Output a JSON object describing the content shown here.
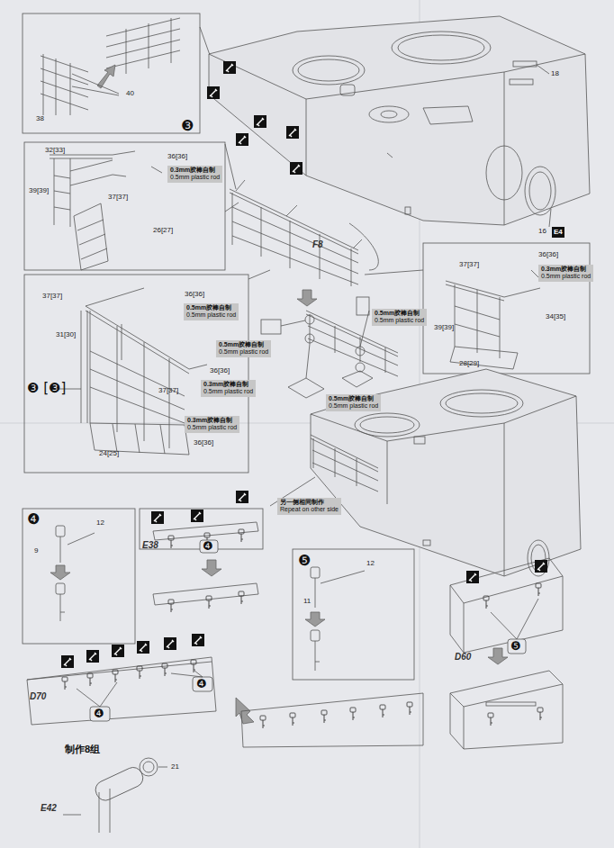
{
  "diagram": {
    "nodes": [
      {
        "text": [
          "0.3mm胶棒自制",
          "0.5mm plastic rod"
        ]
      },
      {
        "text": [
          "E4"
        ]
      },
      {
        "text": [
          "0.3mm胶棒自制",
          "0.5mm plastic rod"
        ]
      },
      {
        "text": [
          "0.5mm胶棒自制",
          "0.5mm plastic rod"
        ]
      },
      {
        "text": [
          "0.5mm胶棒自制",
          "0.5mm plastic rod"
        ]
      },
      {
        "text": [
          "0.5mm胶棒自制",
          "0.5mm plastic rod"
        ]
      },
      {
        "text": [
          "0.3mm胶棒自制",
          "0.5mm plastic rod"
        ]
      },
      {
        "text": [
          "0.5mm胶棒自制",
          "0.5mm plastic rod"
        ]
      },
      {
        "text": [
          "0.3mm胶棒自制",
          "0.5mm plastic rod"
        ]
      },
      {
        "text": [
          "另一侧相同制作",
          "Repeat on other side"
        ]
      }
    ],
    "labels": [
      "38",
      "40",
      "❸",
      "18",
      "32[33]",
      "36[36]",
      "39[39]",
      "37[37]",
      "26[27]",
      "16",
      "F8",
      "37[37]",
      "36[36]",
      "37[37]",
      "36[36]",
      "34[35]",
      "31[30]",
      "39[39]",
      "28[29]",
      "❸ [❸]",
      "37[37]",
      "36[36]",
      "36[36]",
      "24[25]",
      "❹",
      "12",
      "9",
      "E38",
      "❹",
      "❺",
      "12",
      "11",
      "D70",
      "❹",
      "❹",
      "D60",
      "❺",
      "制作8组",
      "21",
      "E42"
    ]
  }
}
